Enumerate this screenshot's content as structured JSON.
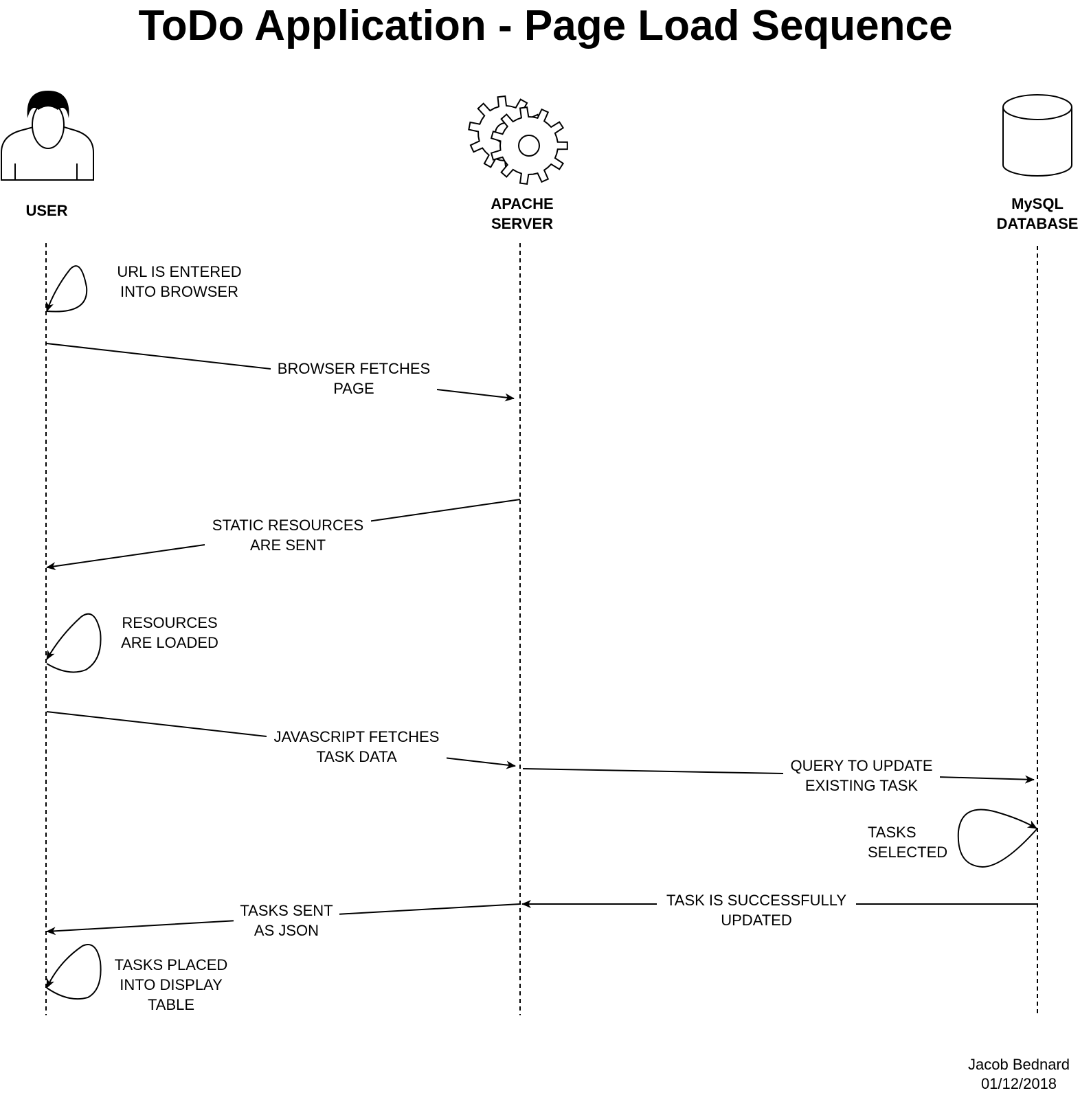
{
  "title": "ToDo Application - Page Load Sequence",
  "actors": {
    "user": {
      "label": "USER",
      "icon": "user-icon"
    },
    "server": {
      "label": "APACHE\nSERVER",
      "icon": "gear-icon"
    },
    "database": {
      "label": "MySQL\nDATABASE",
      "icon": "database-icon"
    }
  },
  "messages": [
    {
      "id": "m1",
      "kind": "self",
      "text": "URL IS ENTERED\nINTO BROWSER"
    },
    {
      "id": "m2",
      "kind": "call",
      "text": "BROWSER FETCHES\nPAGE"
    },
    {
      "id": "m3",
      "kind": "return",
      "text": "STATIC RESOURCES\nARE SENT"
    },
    {
      "id": "m4",
      "kind": "self",
      "text": "RESOURCES\nARE LOADED"
    },
    {
      "id": "m5",
      "kind": "call",
      "text": "JAVASCRIPT FETCHES\nTASK DATA"
    },
    {
      "id": "m6",
      "kind": "call",
      "text": "QUERY TO UPDATE\nEXISTING TASK"
    },
    {
      "id": "m7",
      "kind": "self",
      "text": "TASKS\nSELECTED"
    },
    {
      "id": "m8",
      "kind": "return",
      "text": "TASK IS SUCCESSFULLY\nUPDATED"
    },
    {
      "id": "m9",
      "kind": "return",
      "text": "TASKS SENT\nAS JSON"
    },
    {
      "id": "m10",
      "kind": "self",
      "text": "TASKS PLACED\nINTO DISPLAY\nTABLE"
    }
  ],
  "author": {
    "name": "Jacob Bednard",
    "date": "01/12/2018"
  }
}
